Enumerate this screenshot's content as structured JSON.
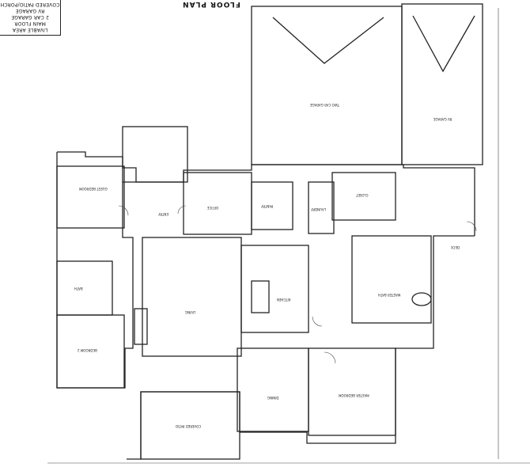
{
  "plan_title": "FLOOR PLAN",
  "title_block": [
    "LIVABLE AREA",
    "MAIN FLOOR",
    "2 CAR GARAGE",
    "RV GARAGE",
    "COVERED PATIO/PORCH"
  ],
  "rooms": [
    {
      "label": "GUEST\nBEDROOM"
    },
    {
      "label": "BEDROOM 2"
    },
    {
      "label": "LIVING"
    },
    {
      "label": "KITCHEN"
    },
    {
      "label": "DINING"
    },
    {
      "label": "MASTER BEDROOM"
    },
    {
      "label": "MASTER BATH"
    },
    {
      "label": "TWO CAR GARAGE"
    },
    {
      "label": "RV GARAGE"
    },
    {
      "label": "COVERED PATIO"
    },
    {
      "label": "LAUNDRY"
    },
    {
      "label": "PANTRY"
    },
    {
      "label": "OFFICE"
    },
    {
      "label": "ENTRY"
    },
    {
      "label": "BATH"
    },
    {
      "label": "CLOSET"
    },
    {
      "label": "DECK"
    }
  ],
  "colors": {
    "line": "#222222",
    "paper": "#ffffff"
  }
}
